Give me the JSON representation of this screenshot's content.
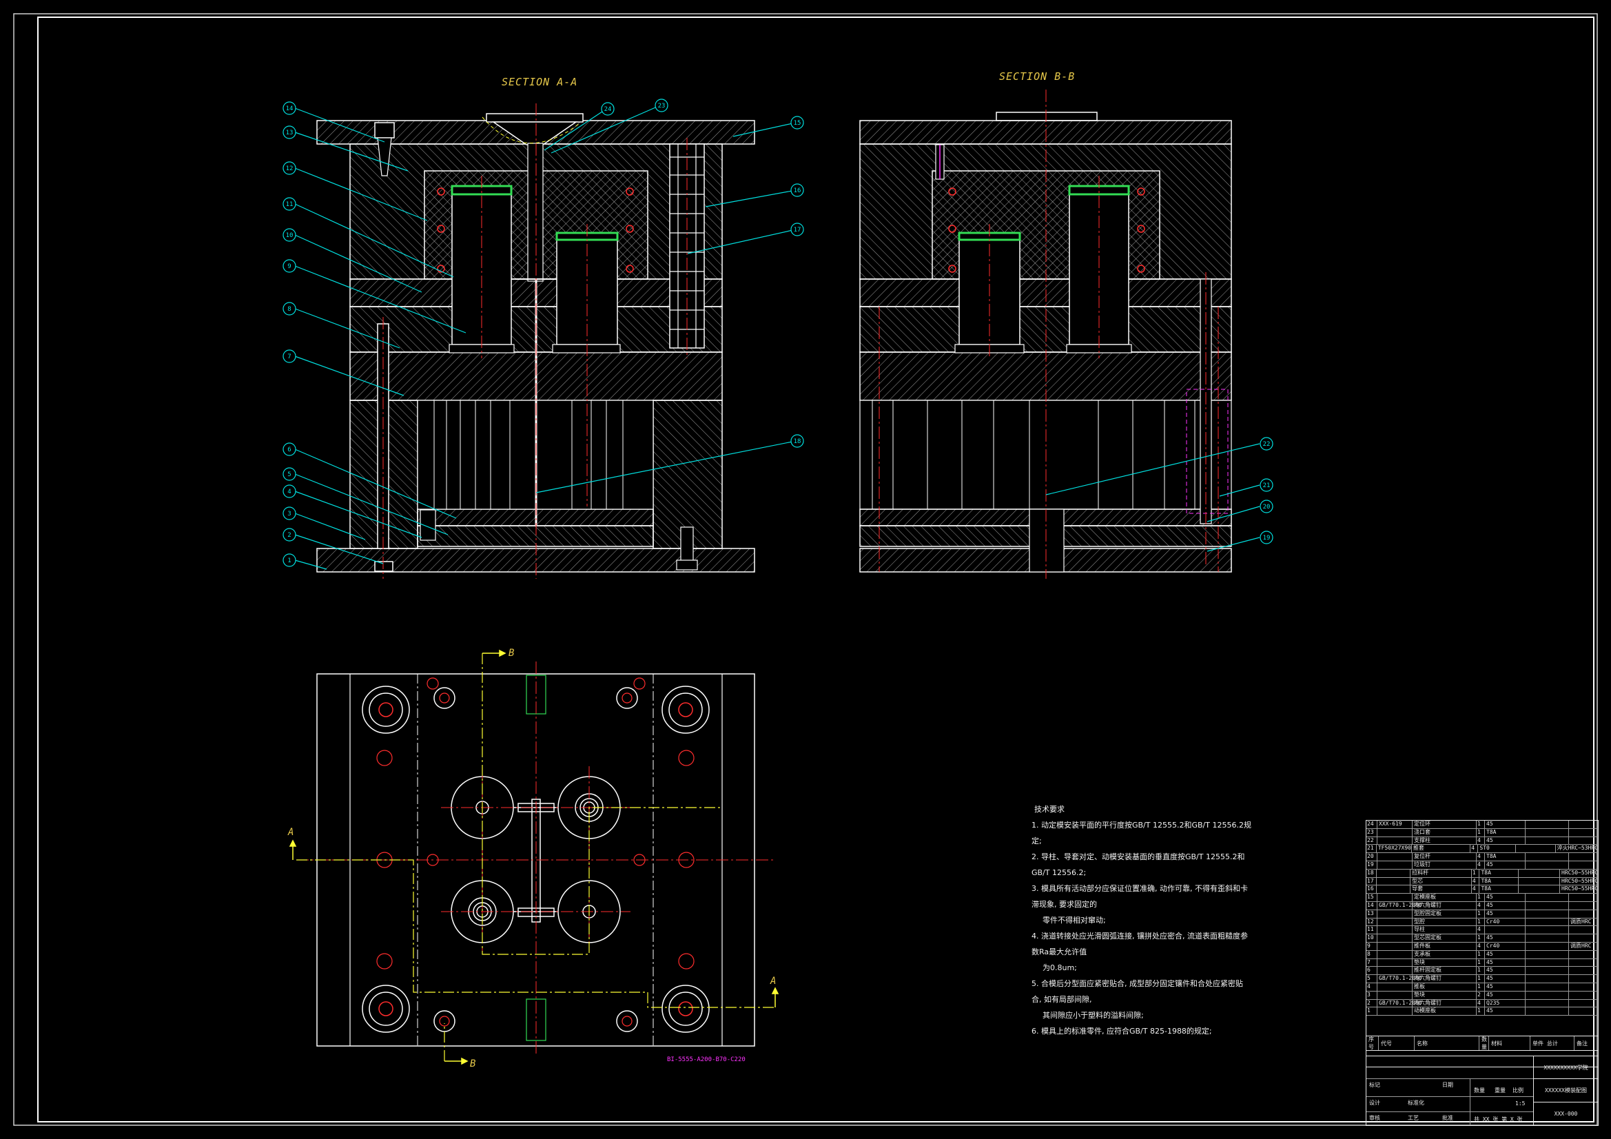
{
  "views": {
    "section_aa_title": "SECTION A-A",
    "section_bb_title": "SECTION B-B",
    "plan_cut_a": "A",
    "plan_cut_b": "B",
    "plate_spec": "BI-5555-A200-B70-C220"
  },
  "balloons_aa": [
    {
      "n": "14"
    },
    {
      "n": "13"
    },
    {
      "n": "12"
    },
    {
      "n": "11"
    },
    {
      "n": "10"
    },
    {
      "n": "9"
    },
    {
      "n": "8"
    },
    {
      "n": "7"
    },
    {
      "n": "6"
    },
    {
      "n": "5"
    },
    {
      "n": "4"
    },
    {
      "n": "3"
    },
    {
      "n": "2"
    },
    {
      "n": "1"
    },
    {
      "n": "24"
    },
    {
      "n": "23"
    },
    {
      "n": "15"
    },
    {
      "n": "16"
    },
    {
      "n": "17"
    },
    {
      "n": "18"
    }
  ],
  "balloons_bb": [
    {
      "n": "22"
    },
    {
      "n": "21"
    },
    {
      "n": "20"
    },
    {
      "n": "19"
    }
  ],
  "technical_requirements": {
    "title": "技术要求",
    "items": [
      "1. 动定模安装平面的平行度按GB/T 12555.2和GB/T 12556.2规定;",
      "2. 导柱、导套对定、动模安装基面的垂直度按GB/T 12555.2和GB/T 12556.2;",
      "3. 模具所有活动部分应保证位置准确, 动作可靠, 不得有歪斜和卡滞现象, 要求固定的",
      "零件不得相对窜动;",
      "4. 浇道转接处应光滑圆弧连接, 镶拼处应密合, 流道表面粗糙度参数Ra最大允许值",
      "为0.8um;",
      "5. 合模后分型面应紧密贴合, 成型部分固定镶件和合处应紧密贴合, 如有局部间隙,",
      "其间隙应小于塑料的溢料间隙;",
      "6. 模具上的标准零件, 应符合GB/T 825-1988的规定;"
    ]
  },
  "bom": [
    {
      "no": "24",
      "code": "XXX-619",
      "name": "定位环",
      "qty": "1",
      "mat": "45",
      "note": "",
      "extra": ""
    },
    {
      "no": "23",
      "code": "",
      "name": "浇口套",
      "qty": "1",
      "mat": "T8A",
      "note": "",
      "extra": ""
    },
    {
      "no": "22",
      "code": "",
      "name": "支撑柱",
      "qty": "4",
      "mat": "45",
      "note": "",
      "extra": ""
    },
    {
      "no": "21",
      "code": "TF50X27X90",
      "name": "推套",
      "qty": "4",
      "mat": "ST0",
      "note": "",
      "extra": "淬火HRC~53HRC"
    },
    {
      "no": "20",
      "code": "",
      "name": "复位杆",
      "qty": "4",
      "mat": "T8A",
      "note": "",
      "extra": ""
    },
    {
      "no": "19",
      "code": "",
      "name": "垃圾钉",
      "qty": "4",
      "mat": "45",
      "note": "",
      "extra": ""
    },
    {
      "no": "18",
      "code": "",
      "name": "拉料杆",
      "qty": "1",
      "mat": "T8A",
      "note": "",
      "extra": "HRC50~55HRC"
    },
    {
      "no": "17",
      "code": "",
      "name": "型芯",
      "qty": "4",
      "mat": "T8A",
      "note": "",
      "extra": "HRC50~55HRC"
    },
    {
      "no": "16",
      "code": "",
      "name": "导套",
      "qty": "4",
      "mat": "T8A",
      "note": "",
      "extra": "HRC50~55HRC"
    },
    {
      "no": "15",
      "code": "",
      "name": "定模座板",
      "qty": "1",
      "mat": "45",
      "note": "",
      "extra": ""
    },
    {
      "no": "14",
      "code": "GB/T70.1-2000",
      "name": "内六角螺钉",
      "qty": "4",
      "mat": "45",
      "note": "",
      "extra": ""
    },
    {
      "no": "13",
      "code": "",
      "name": "型腔固定板",
      "qty": "1",
      "mat": "45",
      "note": "",
      "extra": ""
    },
    {
      "no": "12",
      "code": "",
      "name": "型腔",
      "qty": "1",
      "mat": "Cr40",
      "note": "",
      "extra": "调质HRC"
    },
    {
      "no": "11",
      "code": "",
      "name": "导柱",
      "qty": "4",
      "mat": "",
      "note": "",
      "extra": ""
    },
    {
      "no": "10",
      "code": "",
      "name": "型芯固定板",
      "qty": "1",
      "mat": "45",
      "note": "",
      "extra": ""
    },
    {
      "no": "9",
      "code": "",
      "name": "推件板",
      "qty": "4",
      "mat": "Cr40",
      "note": "",
      "extra": "调质HRC"
    },
    {
      "no": "8",
      "code": "",
      "name": "支承板",
      "qty": "1",
      "mat": "45",
      "note": "",
      "extra": ""
    },
    {
      "no": "7",
      "code": "",
      "name": "垫块",
      "qty": "1",
      "mat": "45",
      "note": "",
      "extra": ""
    },
    {
      "no": "6",
      "code": "",
      "name": "推杆固定板",
      "qty": "1",
      "mat": "45",
      "note": "",
      "extra": ""
    },
    {
      "no": "5",
      "code": "GB/T70.1-2000",
      "name": "内六角螺钉",
      "qty": "1",
      "mat": "45",
      "note": "",
      "extra": ""
    },
    {
      "no": "4",
      "code": "",
      "name": "推板",
      "qty": "1",
      "mat": "45",
      "note": "",
      "extra": ""
    },
    {
      "no": "3",
      "code": "",
      "name": "垫块",
      "qty": "2",
      "mat": "45",
      "note": "",
      "extra": ""
    },
    {
      "no": "2",
      "code": "GB/T70.1-2000",
      "name": "内六角螺钉",
      "qty": "4",
      "mat": "Q235",
      "note": "",
      "extra": ""
    },
    {
      "no": "1",
      "code": "",
      "name": "动模座板",
      "qty": "1",
      "mat": "45",
      "note": "",
      "extra": ""
    }
  ],
  "bom_header": {
    "no": "序号",
    "code": "代号",
    "name": "名称",
    "qty": "数量",
    "mat": "材料",
    "note": "单件 总计",
    "extra": "备注"
  },
  "title_block": {
    "school": "XXXXXXXXXX学院",
    "drawing_name": "XXXXXX模装配图",
    "drawing_no": "XXX-000",
    "scale": "1:5",
    "sheet": "共 XX 张 第 X 张",
    "mark": "标记",
    "qty_label": "数量",
    "weight_label": "重量",
    "scale_label": "比例",
    "design": "设计",
    "check": "审核",
    "process": "工艺",
    "standard": "标准化",
    "approve": "批准",
    "date": "日期"
  },
  "colors": {
    "outline": "#ffffff",
    "center": "#ff2d2d",
    "leader": "#00e0e0",
    "hidden": "#ffff33",
    "green": "#33dd55",
    "magenta": "#ff33ff",
    "label": "#e6c84a"
  }
}
